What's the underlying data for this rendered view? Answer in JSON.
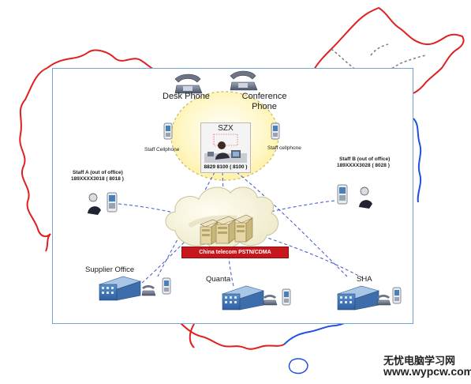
{
  "labels": {
    "desk_phone": "Desk Phone",
    "conference_phone": "Conference\nPhone",
    "szx": "SZX",
    "szx_ext": "8829 8100 ( 8100 )",
    "staff_cellphone_left": "Staff Cellphone",
    "staff_cellphone_right": "Staff cellphone",
    "staff_a_name": "Staff A (out of office)",
    "staff_a_number": "189XXXX3018 ( 8018 )",
    "staff_b_name": "Staff B (out of office)",
    "staff_b_number": "189XXXX3028 ( 8028 )",
    "pstn": "China telecom PSTN/CDMA",
    "supplier_office": "Supplier Office",
    "quanta": "Quanta",
    "sha": "SHA"
  },
  "watermark": {
    "line1": "无忧电脑学习网",
    "line2": "www.wypcw.com"
  },
  "icons": {
    "map_outline": "china-map-icon",
    "cloud": "network-cloud-icon",
    "exchange": "telephone-exchange-icon",
    "building": "office-building-icon",
    "phone": "desk-phone-icon",
    "cellphone": "cellphone-icon",
    "person": "person-icon"
  },
  "colors": {
    "border_red": "#e02020",
    "border_blue": "#2050e0",
    "frame_blue": "#6fa6d6",
    "dash_blue": "#3b57c9",
    "banner_red": "#c8161d",
    "halo_yellow": "#fff7c8"
  }
}
